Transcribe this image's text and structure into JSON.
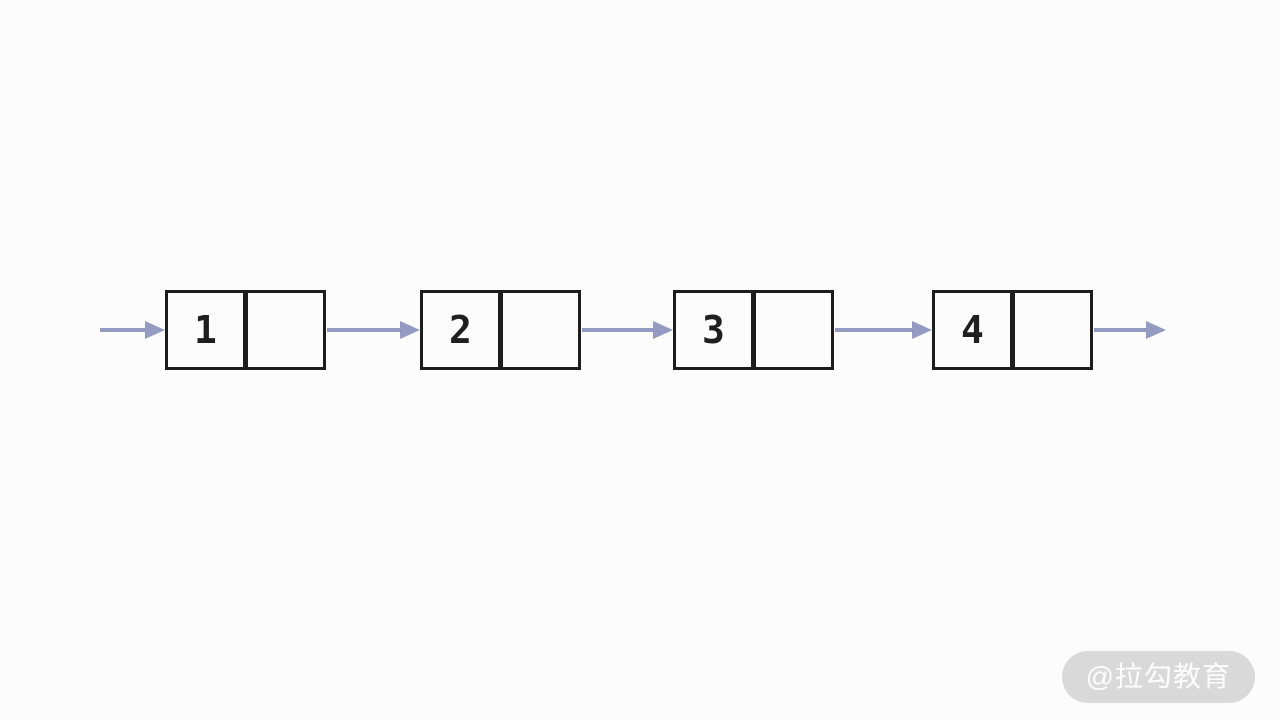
{
  "diagram": {
    "kind": "singly-linked-list",
    "nodes": [
      {
        "value": "1"
      },
      {
        "value": "2"
      },
      {
        "value": "3"
      },
      {
        "value": "4"
      }
    ],
    "arrow_count": 5
  },
  "watermark": {
    "text": "@拉勾教育"
  },
  "colors": {
    "arrow": "#949bc2",
    "node_border": "#1d1d1d",
    "value_text": "#1f1f1f",
    "background": "#fcfcfc",
    "watermark_bg": "#d9d9d9",
    "watermark_text": "#fdfdfd"
  }
}
